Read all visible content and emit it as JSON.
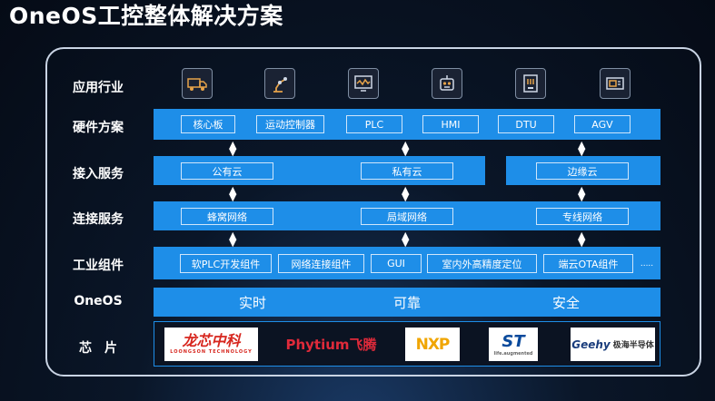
{
  "title": "OneOS工控整体解决方案",
  "rows": {
    "industry": "应用行业",
    "hardware": "硬件方案",
    "access": "接入服务",
    "connect": "连接服务",
    "components": "工业组件",
    "oneos": "OneOS",
    "chips": "芯　片"
  },
  "industry_icons": [
    "truck-icon",
    "robot-arm-icon",
    "monitor-icon",
    "robot-icon",
    "plc-icon",
    "agv-icon"
  ],
  "hardware": [
    "核心板",
    "运动控制器",
    "PLC",
    "HMI",
    "DTU",
    "AGV"
  ],
  "access": [
    "公有云",
    "私有云",
    "边缘云"
  ],
  "connect": [
    "蜂窝网络",
    "局域网络",
    "专线网络"
  ],
  "components": [
    "软PLC开发组件",
    "网络连接组件",
    "GUI",
    "室内外高精度定位",
    "端云OTA组件",
    "....."
  ],
  "oneos_features": [
    "实时",
    "可靠",
    "安全"
  ],
  "chips": {
    "loongson": "龙芯中科",
    "loongson_sub": "LOONGSON TECHNOLOGY",
    "phytium": "Phytium飞腾",
    "nxp": "NXP",
    "st": "ST",
    "st_sub": "life.augmented",
    "geehy": "Geehy",
    "geehy_cn": "极海半导体"
  },
  "colors": {
    "accent": "#1e8ee8",
    "bg": "#0a1628",
    "loongson": "#d7261e",
    "phytium": "#e02a3a"
  }
}
